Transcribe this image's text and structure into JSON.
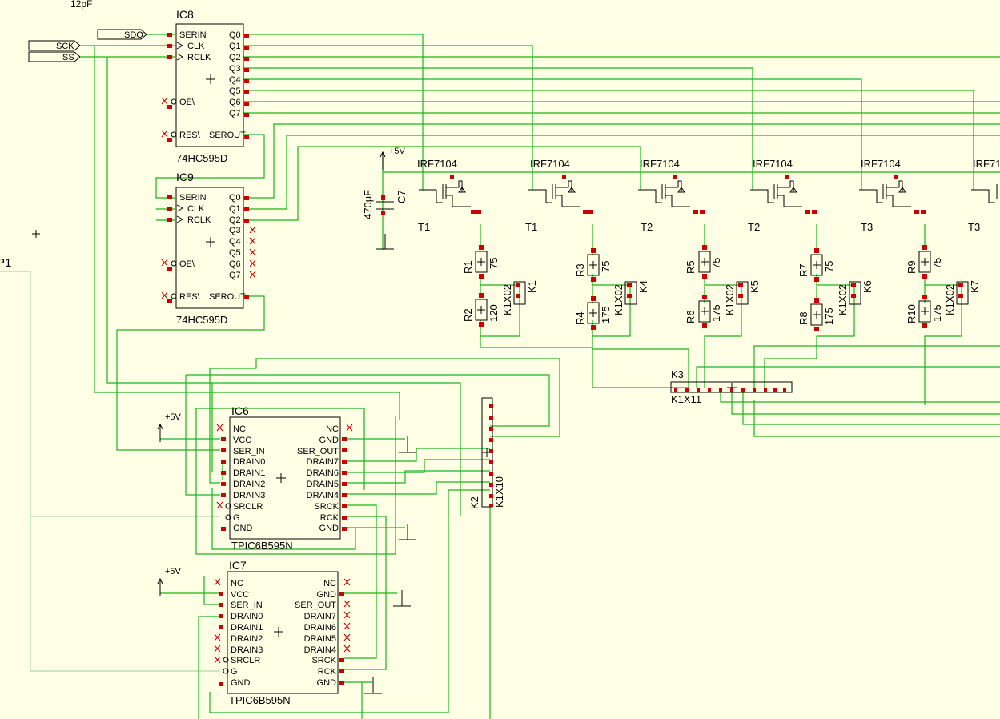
{
  "top_label": "12pF",
  "left_label": "P1",
  "ports": {
    "sdo": "SDO",
    "sck": "SCK",
    "ss": "SS"
  },
  "ic8": {
    "name": "IC8",
    "part": "74HC595D",
    "left_pins": [
      "SERIN",
      "CLK",
      "RCLK",
      "OE\\",
      "RES\\"
    ],
    "right_pins": [
      "Q0",
      "Q1",
      "Q2",
      "Q3",
      "Q4",
      "Q5",
      "Q6",
      "Q7",
      "SEROUT"
    ]
  },
  "ic9": {
    "name": "IC9",
    "part": "74HC595D",
    "left_pins": [
      "SERIN",
      "CLK",
      "RCLK",
      "OE\\",
      "RES\\"
    ],
    "right_pins": [
      "Q0",
      "Q1",
      "Q2",
      "Q3",
      "Q4",
      "Q5",
      "Q6",
      "Q7",
      "SEROUT"
    ]
  },
  "ic6": {
    "name": "IC6",
    "part": "TPIC6B595N",
    "left_pins": [
      "NC",
      "VCC",
      "SER_IN",
      "DRAIN0",
      "DRAIN1",
      "DRAIN2",
      "DRAIN3",
      "SRCLR",
      "G",
      "GND"
    ],
    "right_pins": [
      "NC",
      "GND",
      "SER_OUT",
      "DRAIN7",
      "DRAIN6",
      "DRAIN5",
      "DRAIN4",
      "SRCK",
      "RCK",
      "GND"
    ]
  },
  "ic7": {
    "name": "IC7",
    "part": "TPIC6B595N",
    "left_pins": [
      "NC",
      "VCC",
      "SER_IN",
      "DRAIN0",
      "DRAIN1",
      "DRAIN2",
      "DRAIN3",
      "SRCLR",
      "G",
      "GND"
    ],
    "right_pins": [
      "NC",
      "GND",
      "SER_OUT",
      "DRAIN7",
      "DRAIN6",
      "DRAIN5",
      "DRAIN4",
      "SRCK",
      "RCK",
      "GND"
    ]
  },
  "supply_label": "+5V",
  "cap": {
    "name": "C7",
    "value": "470µF"
  },
  "mosfet_part": "IRF7104",
  "mosfet_labels": [
    "T1",
    "T1",
    "T2",
    "T2",
    "T3",
    "T3"
  ],
  "truncated_part": "IRF71",
  "resistors": [
    {
      "name": "R1",
      "value": "75"
    },
    {
      "name": "R2",
      "value": "120"
    },
    {
      "name": "R3",
      "value": "75"
    },
    {
      "name": "R4",
      "value": "175"
    },
    {
      "name": "R5",
      "value": "75"
    },
    {
      "name": "R6",
      "value": "175"
    },
    {
      "name": "R7",
      "value": "75"
    },
    {
      "name": "R8",
      "value": "175"
    },
    {
      "name": "R9",
      "value": "75"
    },
    {
      "name": "R10",
      "value": "175"
    }
  ],
  "small_connectors": [
    {
      "name": "K1",
      "part": "K1X02"
    },
    {
      "name": "K4",
      "part": "K1X02"
    },
    {
      "name": "K5",
      "part": "K1X02"
    },
    {
      "name": "K6",
      "part": "K1X02"
    },
    {
      "name": "K7",
      "part": "K1X02"
    }
  ],
  "k3": {
    "name": "K3",
    "part": "K1X11"
  },
  "k2": {
    "name": "K2",
    "part": "K1X10"
  },
  "colors": {
    "background": "#ffffe6",
    "wire": "#19b319",
    "pad": "#cc0000",
    "outline": "#000000"
  }
}
